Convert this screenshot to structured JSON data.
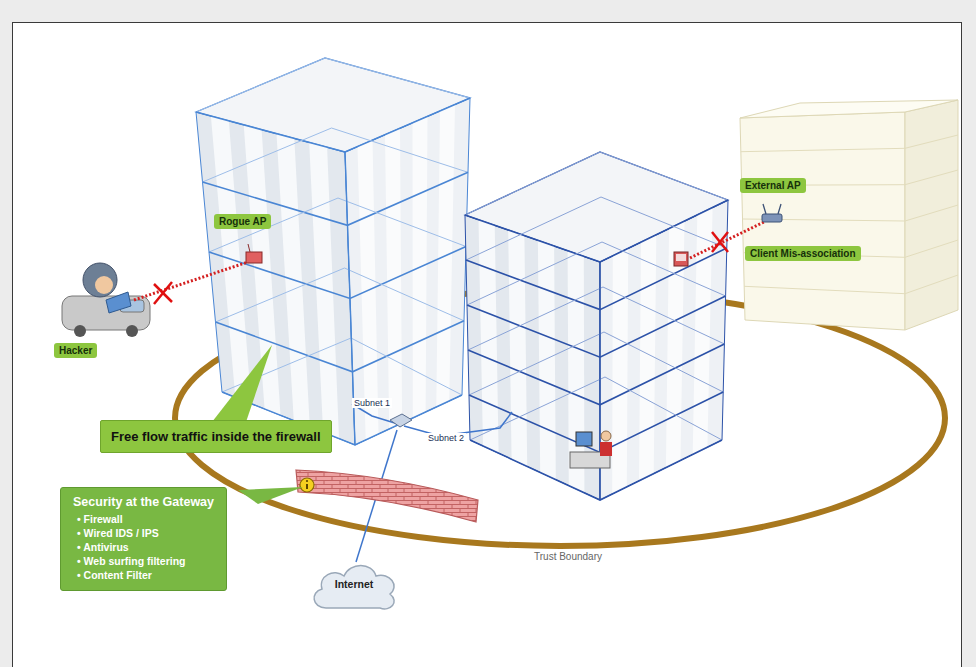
{
  "diagram": {
    "nodes": [
      {
        "text": [
          "External AP"
        ]
      },
      {
        "text": [
          "Rogue AP"
        ]
      },
      {
        "text": [
          "Client Mis-association"
        ]
      },
      {
        "text": [
          "Hacker"
        ]
      },
      {
        "text": [
          "Free flow traffic inside the firewall"
        ]
      },
      {
        "text": [
          "Security at the Gateway",
          "• Firewall",
          "• Wired IDS / IPS",
          "• Antivirus",
          "• Web surfing filtering",
          "• Content Filter"
        ]
      },
      {
        "text": [
          "Internet"
        ]
      }
    ],
    "labels": [
      "Subnet 1",
      "Subnet 2",
      "Trust Boundary"
    ]
  }
}
